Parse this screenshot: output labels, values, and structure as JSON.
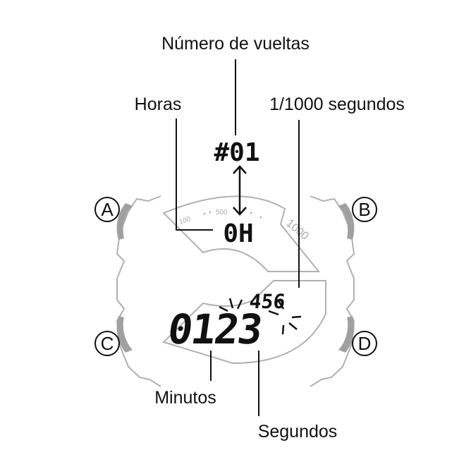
{
  "labels": {
    "lap_number": "Número de vueltas",
    "hours": "Horas",
    "thousandths": "1/1000 segundos",
    "minutes": "Minutos",
    "seconds": "Segundos"
  },
  "display": {
    "lap": "#01",
    "hours": "0H",
    "thousandths": "456",
    "main_time": "0123",
    "scale_100": "100",
    "scale_500": "500",
    "scale_1000": "1000"
  },
  "buttons": {
    "a": "A",
    "b": "B",
    "c": "C",
    "d": "D"
  },
  "colors": {
    "outline": "#b0b0b0",
    "button_fill": "#a0a0a0",
    "ink": "#111111"
  }
}
